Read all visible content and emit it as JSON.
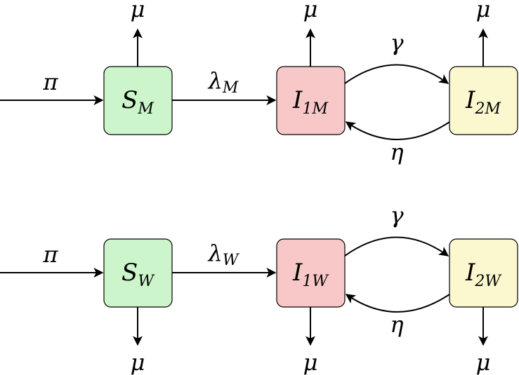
{
  "colors": {
    "susceptible": "#ccf5cc",
    "infected_stage1": "#f8c8c8",
    "infected_stage2": "#fbf8d0",
    "stroke": "#000000"
  },
  "men": {
    "s": {
      "main": "S",
      "sub": "M"
    },
    "i1": {
      "main": "I",
      "sub": "1M"
    },
    "i2": {
      "main": "I",
      "sub": "2M"
    },
    "inflow": "π",
    "infection": "λ",
    "infection_sub": "M",
    "progression": "γ",
    "regression": "η",
    "death": "μ"
  },
  "women": {
    "s": {
      "main": "S",
      "sub": "W"
    },
    "i1": {
      "main": "I",
      "sub": "1W"
    },
    "i2": {
      "main": "I",
      "sub": "2W"
    },
    "inflow": "π",
    "infection": "λ",
    "infection_sub": "W",
    "progression": "γ",
    "regression": "η",
    "death": "μ"
  }
}
